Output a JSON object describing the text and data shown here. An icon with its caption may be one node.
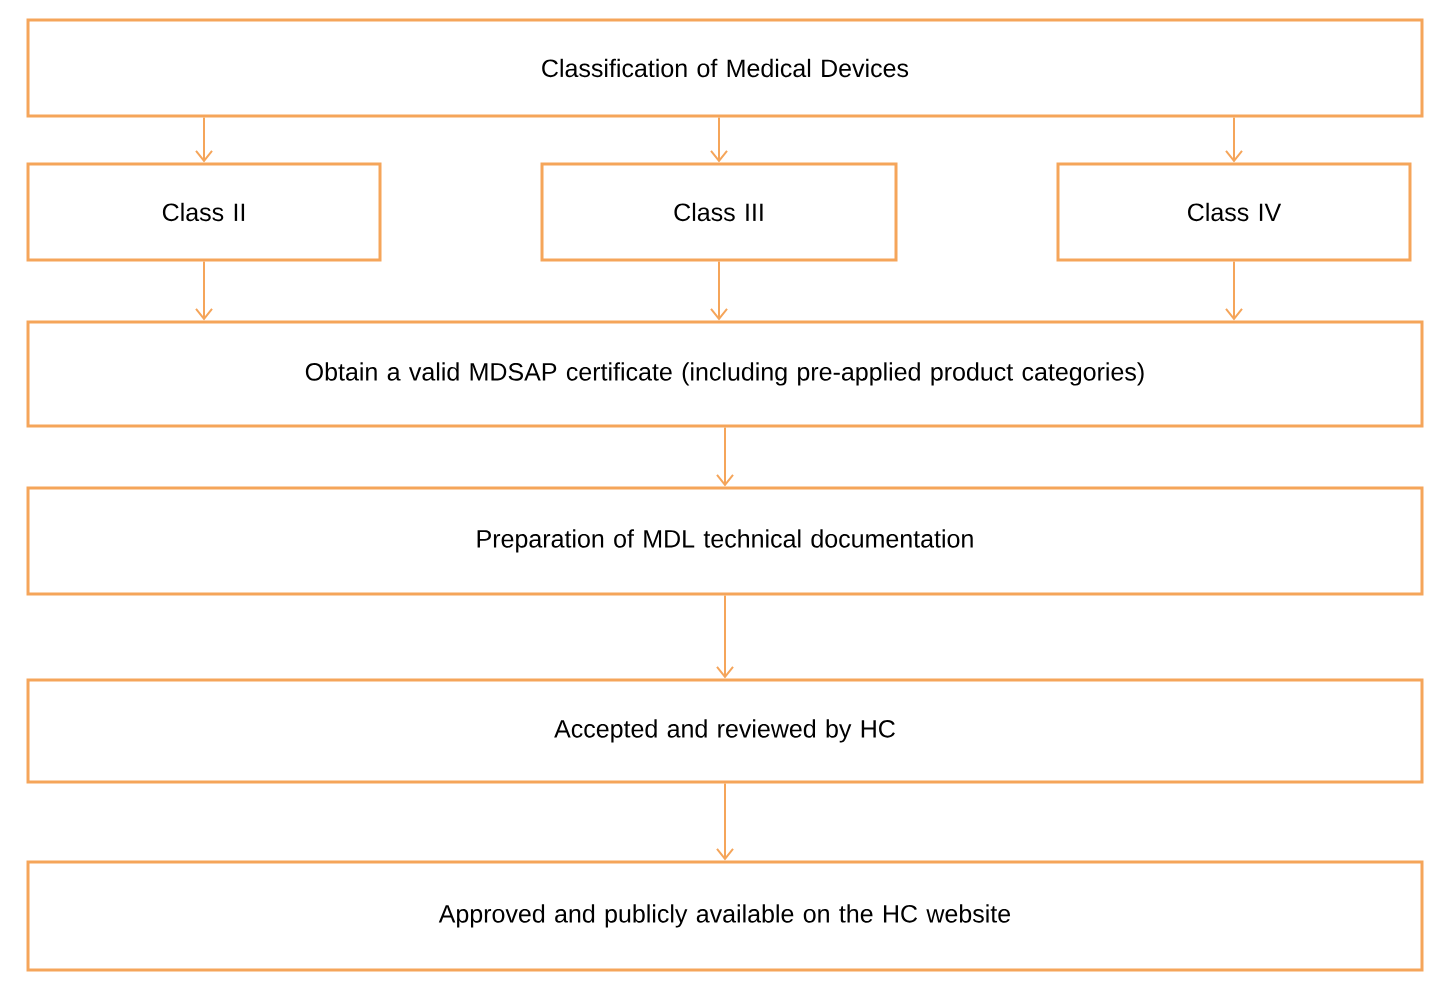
{
  "diagram": {
    "nodes": [
      {
        "text": [
          "Classification of Medical Devices"
        ]
      },
      {
        "text": [
          "Class II"
        ]
      },
      {
        "text": [
          "Class III"
        ]
      },
      {
        "text": [
          "Class IV"
        ]
      },
      {
        "text": [
          "Obtain a valid MDSAP certificate (including pre-applied product categories)"
        ]
      },
      {
        "text": [
          "Preparation of MDL technical documentation"
        ]
      },
      {
        "text": [
          "Accepted and reviewed by HC"
        ]
      },
      {
        "text": [
          "Approved and publicly available on the HC website"
        ]
      }
    ],
    "edges": [
      {
        "from": 0,
        "to": 1,
        "arrow": "to"
      },
      {
        "from": 0,
        "to": 2,
        "arrow": "to"
      },
      {
        "from": 0,
        "to": 3,
        "arrow": "to"
      },
      {
        "from": 1,
        "to": 4,
        "arrow": "to"
      },
      {
        "from": 2,
        "to": 4,
        "arrow": "to"
      },
      {
        "from": 3,
        "to": 4,
        "arrow": "to"
      },
      {
        "from": 4,
        "to": 5,
        "arrow": "to"
      },
      {
        "from": 5,
        "to": 6,
        "arrow": "to"
      },
      {
        "from": 6,
        "to": 7,
        "arrow": "to"
      }
    ]
  }
}
